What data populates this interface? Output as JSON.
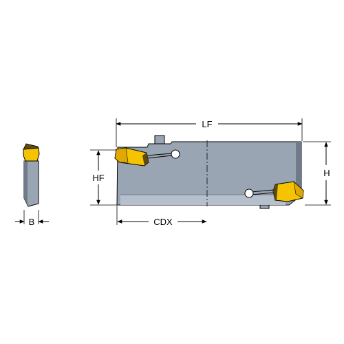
{
  "drawing": {
    "labels": {
      "lf": "LF",
      "hf": "HF",
      "h": "H",
      "cdx": "CDX",
      "b": "B"
    },
    "colors": {
      "body_fill": "#9aa5b4",
      "body_dark": "#6f7b8b",
      "insert_yellow": "#f5c300",
      "insert_dark": "#5c4a10",
      "outline": "#000000",
      "centerline": "#222222"
    }
  }
}
